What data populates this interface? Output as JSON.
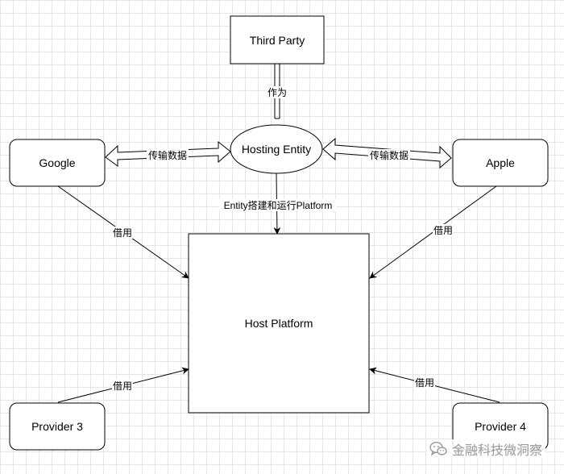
{
  "nodes": {
    "third_party": "Third Party",
    "hosting_entity": "Hosting Entity",
    "google": "Google",
    "apple": "Apple",
    "host_platform": "Host Platform",
    "provider3": "Provider 3",
    "provider4": "Provider 4"
  },
  "edges": {
    "acts_as": "作为",
    "transfer_left": "传输数据",
    "transfer_right": "传输数据",
    "build_run": "Entity搭建和运行Platform",
    "borrow_google": "借用",
    "borrow_apple": "借用",
    "borrow_provider3": "借用",
    "borrow_provider4": "借用"
  },
  "watermark": {
    "icon": "wechat-icon",
    "text": "金融科技微洞察"
  }
}
